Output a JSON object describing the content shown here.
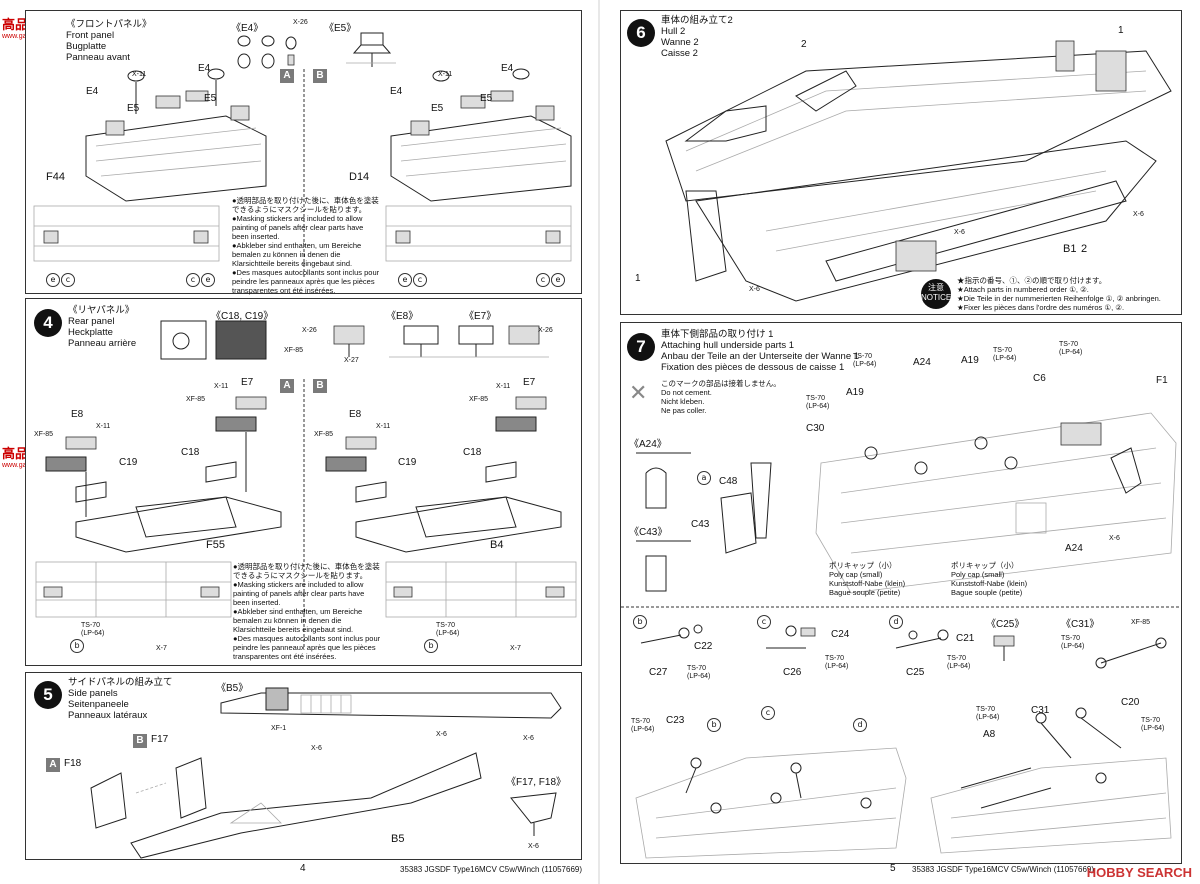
{
  "watermark": {
    "site_cn": "高品网",
    "site_url": "www.gaopin.com",
    "hobby": "HOBBY SEARCH"
  },
  "left_page": {
    "page_number": "4",
    "footer": "35383 JGSDF Type16MCV C5w/Winch (11057669)",
    "step3": {
      "titles": [
        "《フロントパネル》",
        "Front panel",
        "Bugplatte",
        "Panneau avant"
      ],
      "detail_e4": "《E4》",
      "detail_e5": "《E5》",
      "x26": "X-26",
      "a": "A",
      "b": "B",
      "parts_a": [
        "X-11",
        "E4",
        "E4",
        "E5",
        "E5",
        "F44"
      ],
      "parts_b": [
        "X-11",
        "E4",
        "E4",
        "E5",
        "E5",
        "D14"
      ],
      "e": "e",
      "c": "c",
      "note": [
        "●透明部品を取り付けた後に、車体色を塗装できるようにマスクシールを貼ります。",
        "●Masking stickers are included to allow painting of panels after clear parts have been inserted.",
        "●Abkleber sind enthalten, um Bereiche bemalen zu können in denen die Klarsichtteile bereits eingebaut sind.",
        "●Des masques autocollants sont inclus pour peindre les panneaux après que les pièces transparentes ont été insérées."
      ]
    },
    "step4": {
      "number": "4",
      "titles": [
        "《リヤパネル》",
        "Rear panel",
        "Heckplatte",
        "Panneau arrière"
      ],
      "detail_c18": "《C18, C19》",
      "detail_e8": "《E8》",
      "detail_e7": "《E7》",
      "x26": "X-26",
      "x27": "X-27",
      "xf85": "XF-85",
      "a": "A",
      "b": "B",
      "parts_a": [
        "X-11",
        "E7",
        "XF-85",
        "E8",
        "X-11",
        "XF-85",
        "C19",
        "C18",
        "F55"
      ],
      "parts_b": [
        "X-11",
        "E7",
        "XF-85",
        "E8",
        "X-11",
        "XF-85",
        "C19",
        "C18",
        "B4"
      ],
      "ts70": "TS-70",
      "lp64": "(LP-64)",
      "x7": "X-7",
      "b_lbl": "b",
      "note": [
        "●透明部品を取り付けた後に、車体色を塗装できるようにマスクシールを貼ります。",
        "●Masking stickers are included to allow painting of panels after clear parts have been inserted.",
        "●Abkleber sind enthalten, um Bereiche bemalen zu können in denen die Klarsichtteile bereits eingebaut sind.",
        "●Des masques autocollants sont inclus pour peindre les panneaux après que les pièces transparentes ont été insérées."
      ]
    },
    "step5": {
      "number": "5",
      "titles": [
        "サイドパネルの組み立て",
        "Side panels",
        "Seitenpaneele",
        "Panneaux latéraux"
      ],
      "detail_b5": "《B5》",
      "xf1": "XF-1",
      "x6": "X-6",
      "a": "A",
      "b": "B",
      "f17": "F17",
      "f18": "F18",
      "b5": "B5",
      "detail_f17": "《F17, F18》"
    }
  },
  "right_page": {
    "page_number": "5",
    "footer": "35383 JGSDF Type16MCV C5w/Winch (11057669)",
    "step6": {
      "number": "6",
      "titles": [
        "車体の組み立て2",
        "Hull 2",
        "Wanne 2",
        "Caisse 2"
      ],
      "parts": [
        "2",
        "1",
        "1",
        "B1",
        "2"
      ],
      "x6": "X-6",
      "caution": "注意 NOTICE",
      "notes": [
        "★指示の番号、①、②の順で取り付けます。",
        "★Attach parts in numbered order ①, ②.",
        "★Die Teile in der nummerierten Reihenfolge ①, ② anbringen.",
        "★Fixer les pièces dans l'ordre des numéros ①, ②."
      ]
    },
    "step7": {
      "number": "7",
      "titles": [
        "車体下側部品の取り付け 1",
        "Attaching hull underside parts 1",
        "Anbau der Teile an der Unterseite der Wanne 1",
        "Fixation des pièces de dessous de caisse 1"
      ],
      "nocement": [
        "このマークの部品は接着しません。",
        "Do not cement.",
        "Nicht kleben.",
        "Ne pas coller."
      ],
      "detail_a24": "《A24》",
      "detail_c43": "《C43》",
      "parts": [
        "C48",
        "C43",
        "A24",
        "A19",
        "C30",
        "A19",
        "C6",
        "F1",
        "A24",
        "X-6"
      ],
      "ts70": "TS-70",
      "lp64": "(LP-64)",
      "polycap": [
        "ポリキャップ（小）",
        "Poly cap (small)",
        "Kunststoff-Nabe (klein)",
        "Bague souple (petite)"
      ],
      "sub_b": [
        "b",
        "C22",
        "C27"
      ],
      "sub_c": [
        "c",
        "C24",
        "C26"
      ],
      "sub_d": [
        "d",
        "C21",
        "C25"
      ],
      "detail_c25": "《C25》",
      "detail_c31": "《C31》",
      "xf85": "XF-85",
      "bottom_parts": [
        "C23",
        "b",
        "c",
        "d",
        "C31",
        "A8",
        "C20",
        "a"
      ]
    }
  }
}
